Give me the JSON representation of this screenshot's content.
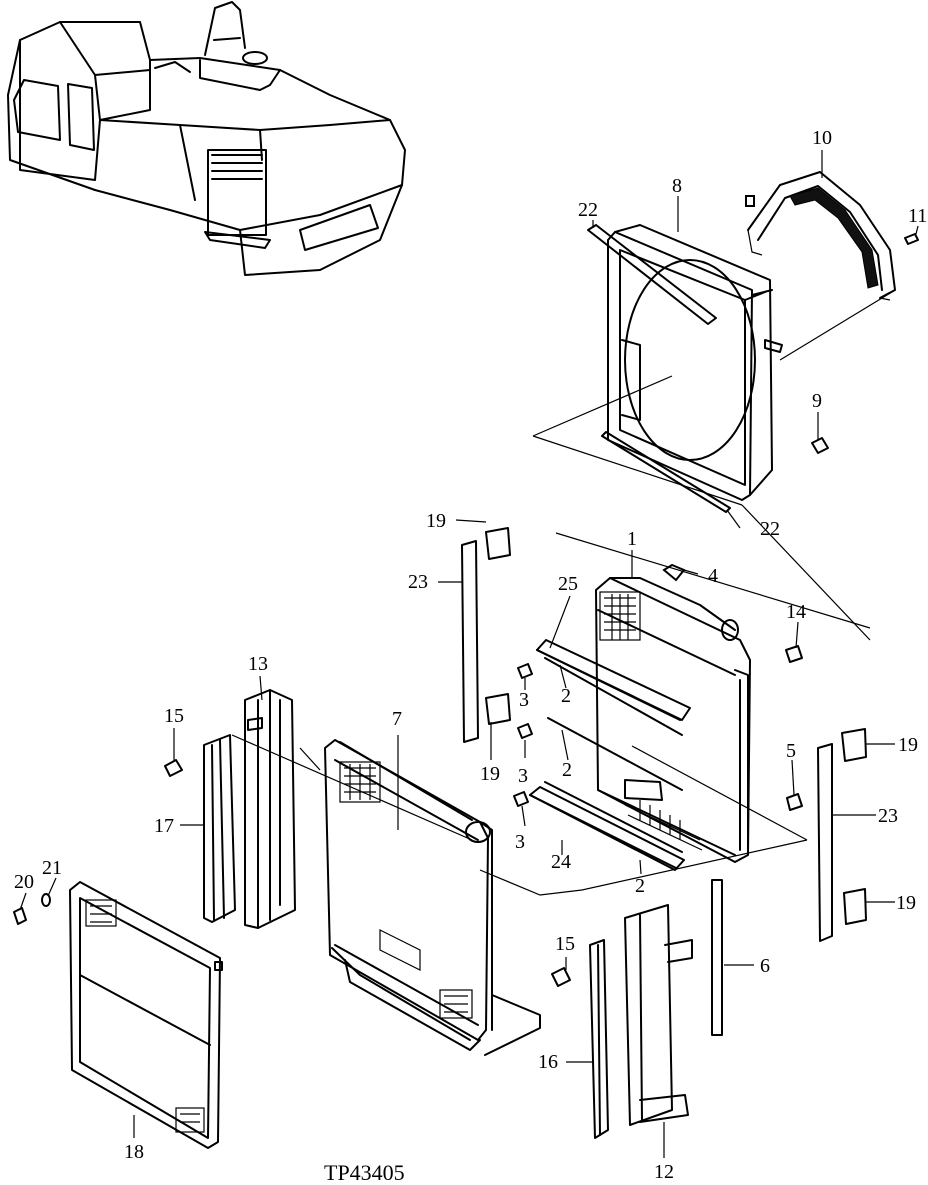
{
  "figure_code": "TP43405",
  "callouts": {
    "c1": "1",
    "c2a": "2",
    "c2b": "2",
    "c2c": "2",
    "c3a": "3",
    "c3b": "3",
    "c3c": "3",
    "c4": "4",
    "c5": "5",
    "c6": "6",
    "c7": "7",
    "c8": "8",
    "c9": "9",
    "c10": "10",
    "c11": "11",
    "c12": "12",
    "c13": "13",
    "c14": "14",
    "c15a": "15",
    "c15b": "15",
    "c16": "16",
    "c17": "17",
    "c18": "18",
    "c19a": "19",
    "c19b": "19",
    "c19c": "19",
    "c19d": "19",
    "c20": "20",
    "c21": "21",
    "c22a": "22",
    "c22b": "22",
    "c23a": "23",
    "c23b": "23",
    "c24": "24",
    "c25": "25"
  }
}
